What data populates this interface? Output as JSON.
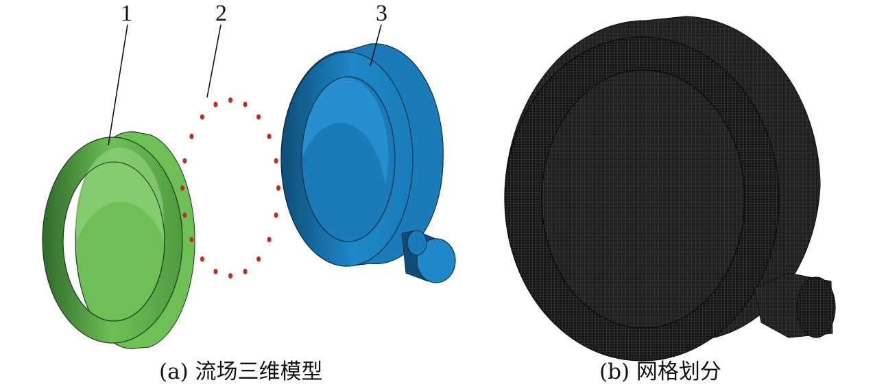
{
  "panel_a": {
    "caption": "(a) 流场三维模型",
    "labels": {
      "part1": "1",
      "part2": "2",
      "part3": "3"
    }
  },
  "panel_b": {
    "caption": "(b) 网格划分"
  },
  "colors": {
    "part1_face": "#6fbf57",
    "part1_dark": "#2f6a2a",
    "part2_dots": "#c62828",
    "part3_face": "#1e88c9",
    "part3_dark": "#0e4d78",
    "mesh_dark": "#2b2b2b"
  }
}
